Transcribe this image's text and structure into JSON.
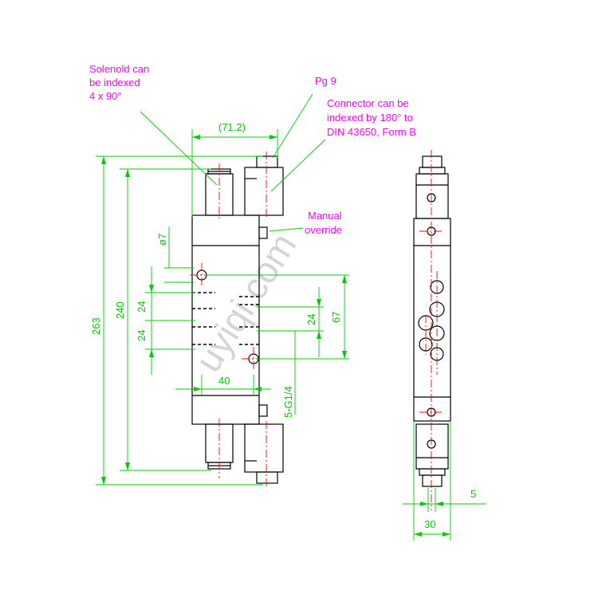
{
  "annotations": {
    "solenoid": [
      "Solenold can",
      "be indexed",
      "4 x 90°"
    ],
    "pg": "Pg 9",
    "connector": [
      "Connector can be",
      "indexed by 180° to",
      "DIN 43650, Form B"
    ],
    "manual": [
      "Manual",
      "override"
    ]
  },
  "dimensions": {
    "width_top": "(71.2)",
    "total_height": "263",
    "body_height": "240",
    "dia": "ø7",
    "pitch_left_1": "24",
    "pitch_left_2": "24",
    "pitch_right": "24",
    "port_span": "67",
    "port_offset": "40",
    "port_thread": "5-G1/4",
    "side_width": "30",
    "side_offset": "5"
  },
  "watermark": "uyiqi.com",
  "colors": {
    "outline": "#000000",
    "dimension": "#00cc00",
    "annotation": "#ff00ff",
    "centerline": "#ff0000",
    "watermark": "#c4c4c4"
  }
}
